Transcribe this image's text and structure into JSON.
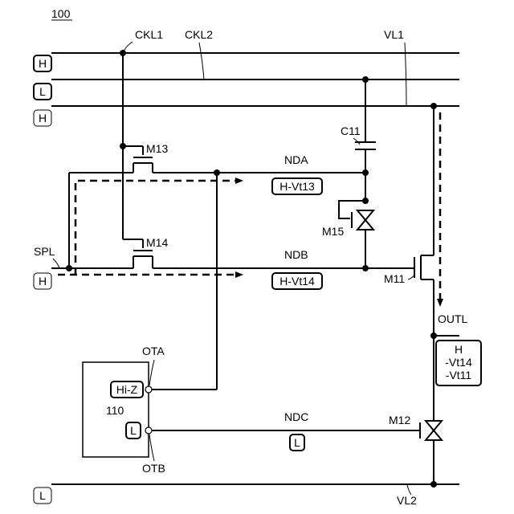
{
  "figure_number": "100",
  "lines": {
    "ckl1": "CKL1",
    "ckl2": "CKL2",
    "vl1": "VL1",
    "vl2": "VL2",
    "outl": "OUTL",
    "spl": "SPL"
  },
  "levels": {
    "ckl1": "H",
    "ckl2": "L",
    "vl1": "H",
    "spl": "H",
    "vl2": "L"
  },
  "transistors": {
    "m11": "M11",
    "m12": "M12",
    "m13": "M13",
    "m14": "M14",
    "m15": "M15"
  },
  "capacitor": "C11",
  "nodes": {
    "nda": "NDA",
    "ndb": "NDB",
    "ndc": "NDC"
  },
  "node_values": {
    "nda": "H-Vt13",
    "ndb": "H-Vt14",
    "ndc": "L"
  },
  "output_value": [
    "H",
    "-Vt14",
    "-Vt11"
  ],
  "block": {
    "label": "110",
    "ota": "OTA",
    "otb": "OTB",
    "ota_value": "Hi-Z",
    "otb_value": "L"
  }
}
